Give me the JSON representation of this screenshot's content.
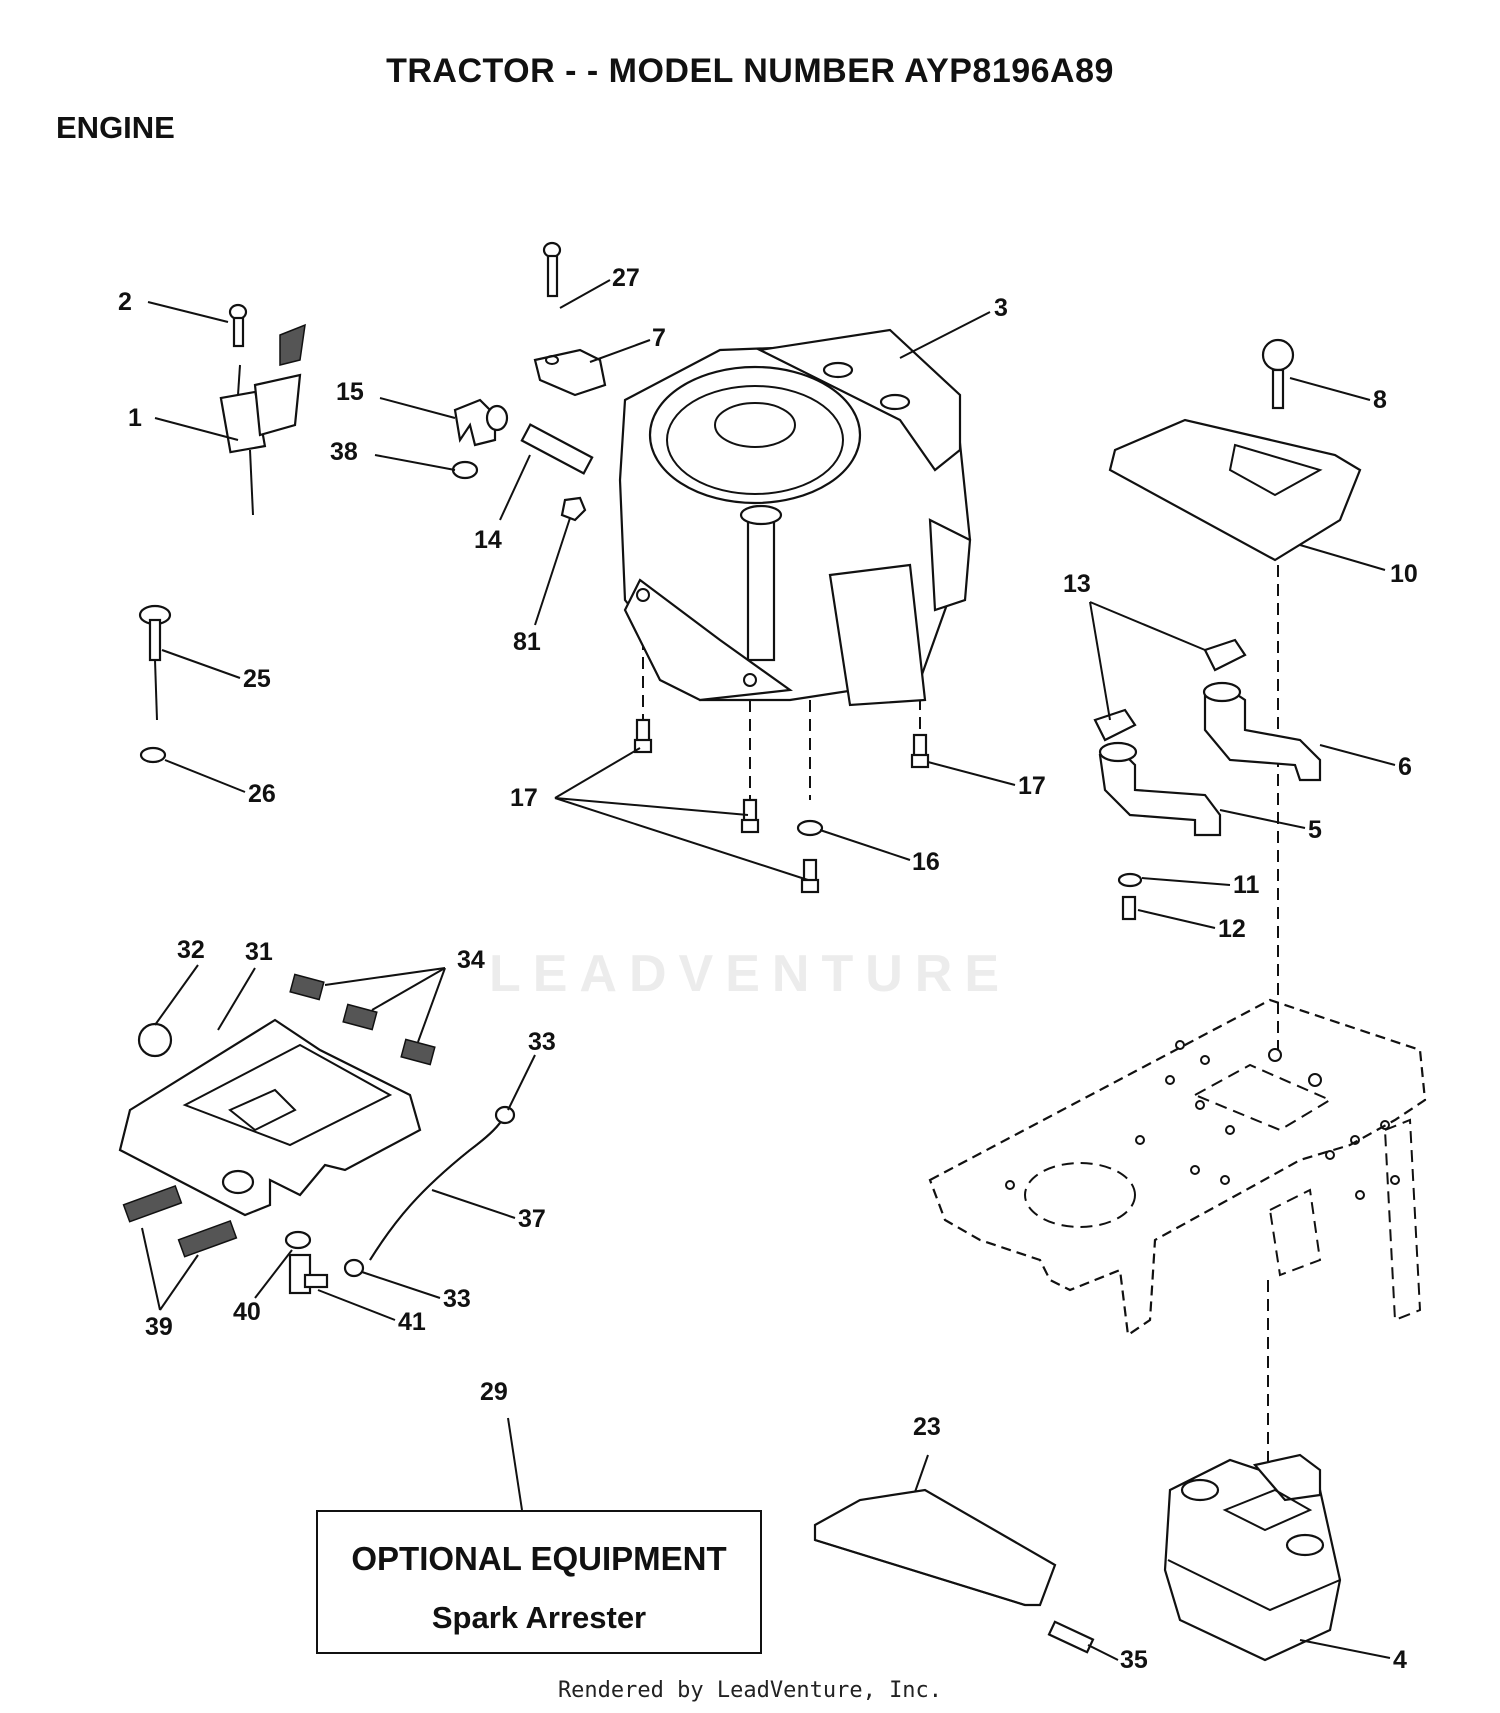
{
  "page": {
    "title": "TRACTOR - - MODEL NUMBER AYP8196A89",
    "section": "ENGINE",
    "watermark": "LEADVENTURE",
    "credit": "Rendered by LeadVenture, Inc."
  },
  "optional_equipment": {
    "heading": "OPTIONAL EQUIPMENT",
    "item": "Spark Arrester"
  },
  "callouts": {
    "c1": "1",
    "c2": "2",
    "c3": "3",
    "c4": "4",
    "c5": "5",
    "c6": "6",
    "c7": "7",
    "c8": "8",
    "c10": "10",
    "c11": "11",
    "c12": "12",
    "c13": "13",
    "c14": "14",
    "c15": "15",
    "c16": "16",
    "c17a": "17",
    "c17b": "17",
    "c23": "23",
    "c25": "25",
    "c26": "26",
    "c27": "27",
    "c29": "29",
    "c31": "31",
    "c32": "32",
    "c33a": "33",
    "c33b": "33",
    "c34": "34",
    "c35": "35",
    "c37": "37",
    "c38": "38",
    "c39": "39",
    "c40": "40",
    "c41": "41",
    "c81": "81"
  }
}
